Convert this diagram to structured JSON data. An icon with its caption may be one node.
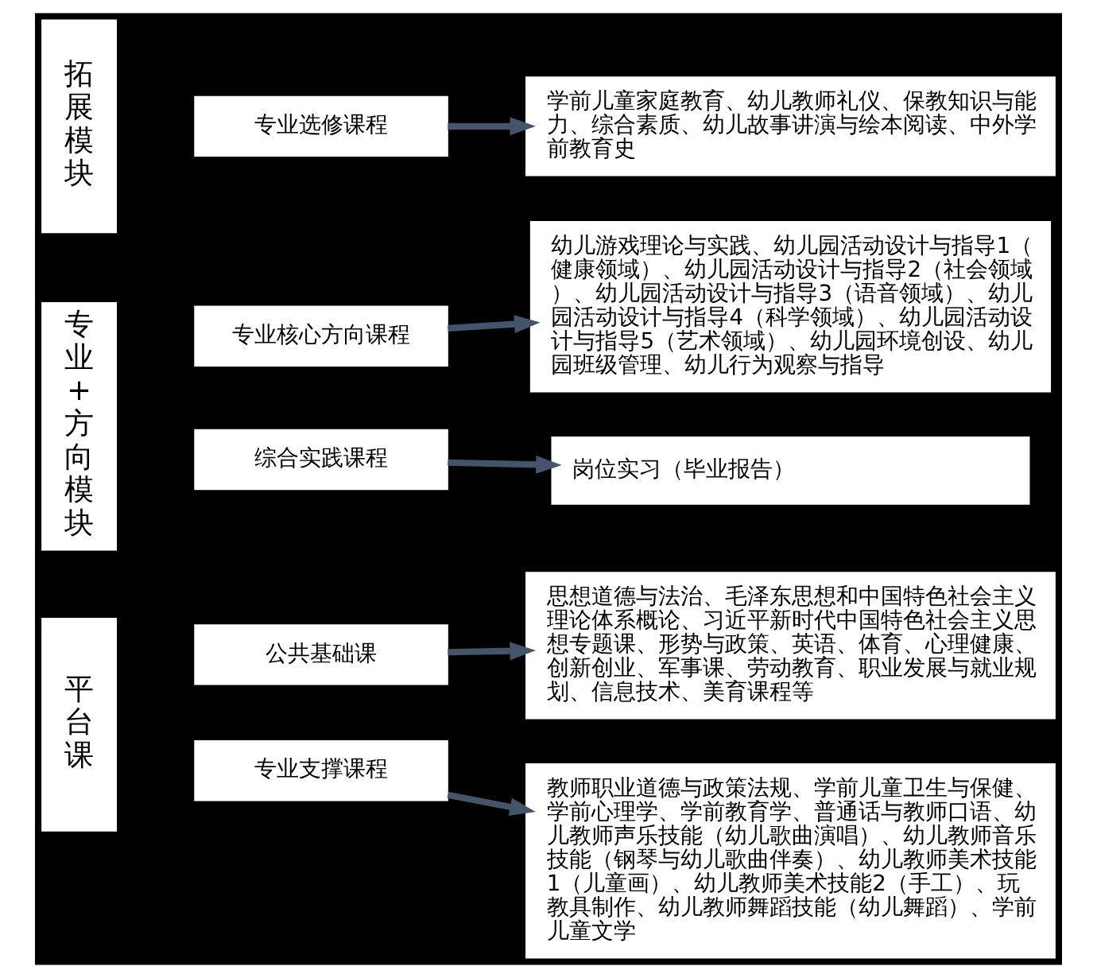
{
  "diagram": {
    "nodes": [
      {
        "text": [
          "平台课"
        ]
      },
      {
        "text": [
          "公共基础课"
        ]
      },
      {
        "text": [
          "思想道德与法治、毛泽东思想和中国特色社会主义理论体系概论、习近平新时代中国特色社会主义思想专题课、形势与政策、英语、体育、心理健康、创新创业、军事课、劳动教育、职业发展与就业规划、信息技术、美育课程等"
        ]
      },
      {
        "text": [
          "专业支撑课程"
        ]
      },
      {
        "text": [
          "教师职业道德与政策法规、学前儿童卫生与保健、学前心理学、学前教育学、普通话与教师口语、幼儿教师声乐技能（幼儿歌曲演唱）、幼儿教师音乐技能（钢琴与幼儿歌曲伴奏）、幼儿教师美术技能1（儿童画）、幼儿教师美术技能2（手工）、玩教具制作、幼儿教师舞蹈技能（幼儿舞蹈）、学前儿童文学"
        ]
      },
      {
        "text": [
          "专业+方向模块"
        ]
      },
      {
        "text": [
          "专业核心方向课程"
        ]
      },
      {
        "text": [
          "幼儿游戏理论与实践、幼儿园活动设计与指导1（健康领域）、幼儿园活动设计与指导2（社会领域）、幼儿园活动设计与指导3（语音领域）、幼儿园活动设计与指导4（科学领域）、幼儿园活动设计与指导5（艺术领域）、幼儿园环境创设、幼儿园班级管理、幼儿行为观察与指导"
        ]
      },
      {
        "text": [
          "综合实践课程"
        ]
      },
      {
        "text": [
          "岗位实习（毕业报告）"
        ]
      },
      {
        "text": [
          "拓展模块"
        ]
      },
      {
        "text": [
          "专业选修课程"
        ]
      },
      {
        "text": [
          "学前儿童家庭教育、幼儿教师礼仪、保教知识与能力、综合素质、幼儿故事讲演与绘本阅读、中外学前教育史"
        ]
      }
    ],
    "edges": [
      {
        "from": 1,
        "to": 2,
        "arrow": "to"
      },
      {
        "from": 3,
        "to": 4,
        "arrow": "to"
      },
      {
        "from": 6,
        "to": 7,
        "arrow": "to"
      },
      {
        "from": 8,
        "to": 9,
        "arrow": "to"
      },
      {
        "from": 11,
        "to": 12,
        "arrow": "to"
      }
    ]
  }
}
